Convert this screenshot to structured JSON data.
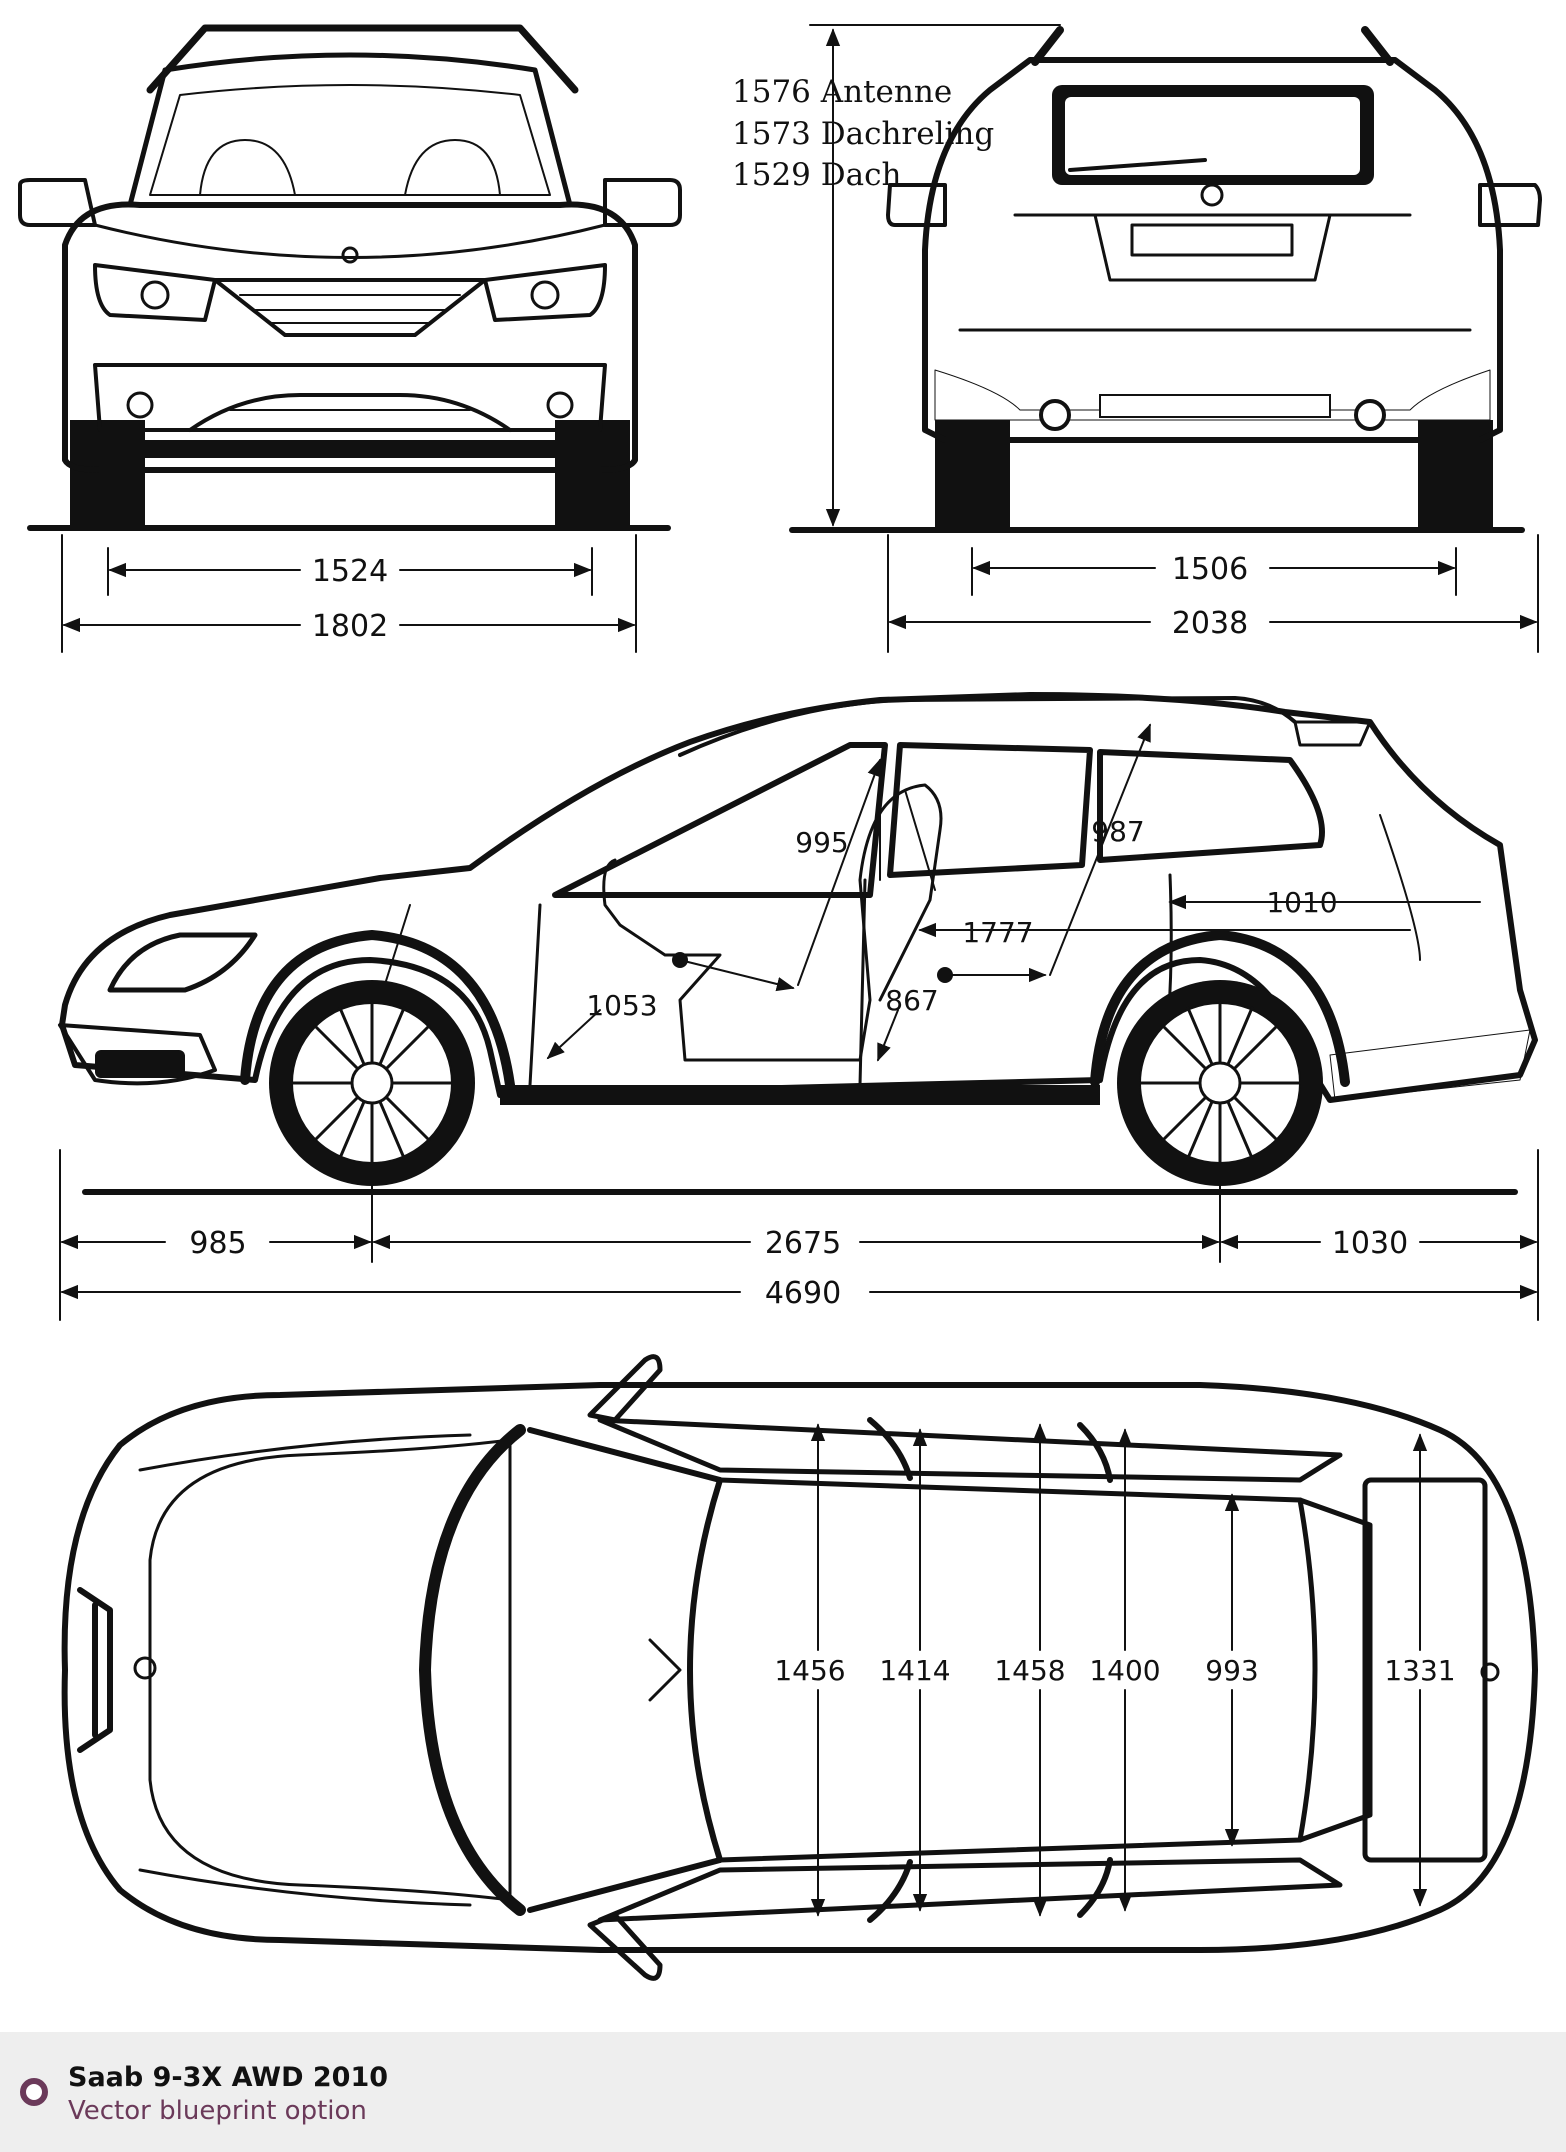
{
  "front_view": {
    "track_width": "1524",
    "body_width": "1802"
  },
  "rear_view": {
    "track_width": "1506",
    "mirror_width": "2038",
    "heights": [
      "1576 Antenne",
      "1573 Dachreling",
      "1529 Dach"
    ]
  },
  "side_view": {
    "front_headroom": "995",
    "rear_headroom": "987",
    "cargo_length": "1010",
    "seat_length": "1777",
    "front_legroom": "1053",
    "rear_legroom": "867",
    "front_overhang": "985",
    "wheelbase": "2675",
    "rear_overhang": "1030",
    "overall_length": "4690"
  },
  "top_view": {
    "widths": [
      "1456",
      "1414",
      "1458",
      "1400",
      "993",
      "1331"
    ]
  },
  "footer": {
    "title": "Saab 9-3X AWD 2010",
    "subtitle": "Vector blueprint option"
  }
}
